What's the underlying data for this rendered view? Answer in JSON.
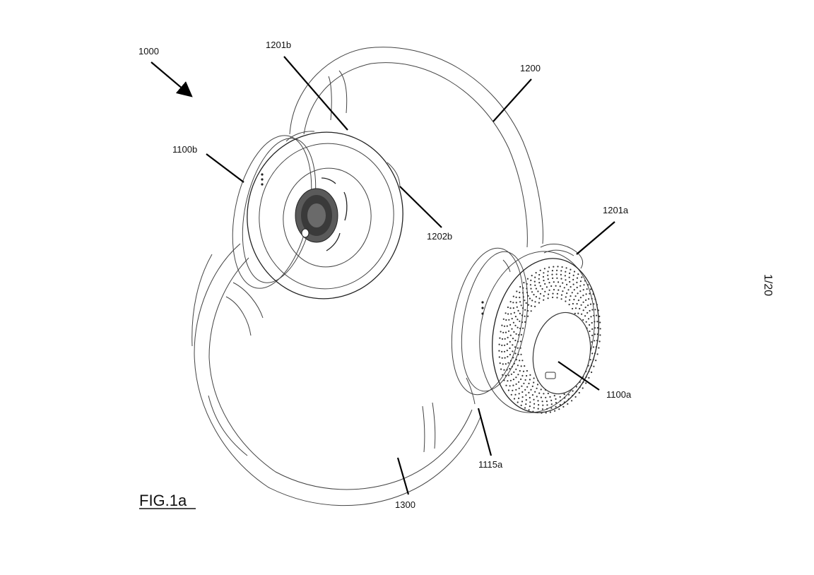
{
  "figure": {
    "title": "FIG.1a",
    "sheet": "1/20"
  },
  "labels": {
    "l1000": "1000",
    "l1201b": "1201b",
    "l1200": "1200",
    "l1100b": "1100b",
    "l1202b": "1202b",
    "l1201a": "1201a",
    "l1100a": "1100a",
    "l1115a": "1115a",
    "l1300": "1300"
  }
}
